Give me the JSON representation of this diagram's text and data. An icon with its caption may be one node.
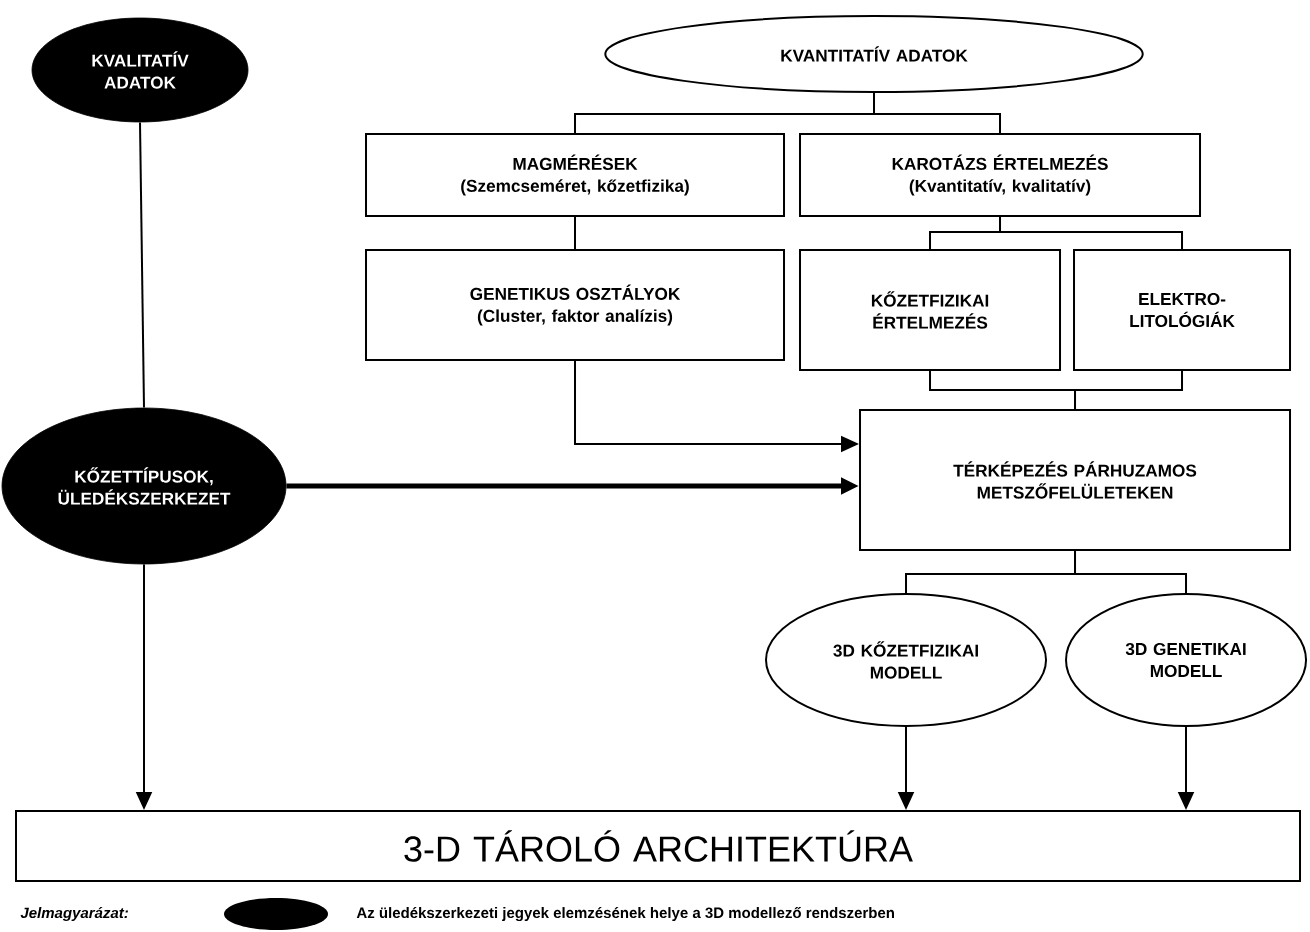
{
  "diagram": {
    "nodes": [
      {
        "text": [
          "KVALITATÍV ADATOK"
        ]
      },
      {
        "text": [
          "KVANTITATÍV ADATOK"
        ]
      },
      {
        "text": [
          "MAGMÉRÉSEK",
          "(Szemcseméret, kőzetfizika)"
        ]
      },
      {
        "text": [
          "KAROTÁZS ÉRTELMEZÉS",
          "(Kvantitatív, kvalitatív)"
        ]
      },
      {
        "text": [
          "GENETIKUS OSZTÁLYOK",
          "(Cluster, faktor analízis)"
        ]
      },
      {
        "text": [
          "KŐZETFIZIKAI ÉRTELMEZÉS"
        ]
      },
      {
        "text": [
          "ELEKTRO-LITOLÓGIÁK"
        ]
      },
      {
        "text": [
          "KŐZETTÍPUSOK, ÜLEDÉKSZERKEZET"
        ]
      },
      {
        "text": [
          "TÉRKÉPEZÉS PÁRHUZAMOS METSZŐFELÜLETEKEN"
        ]
      },
      {
        "text": [
          "3D KŐZETFIZIKAI MODELL"
        ]
      },
      {
        "text": [
          "3D GENETIKAI MODELL"
        ]
      },
      {
        "text": [
          "3-D TÁROLÓ ARCHITEKTÚRA"
        ]
      }
    ],
    "edges": [
      {
        "from": 0,
        "to": 7,
        "arrow": "none"
      },
      {
        "from": 1,
        "to": 2,
        "arrow": "none"
      },
      {
        "from": 1,
        "to": 3,
        "arrow": "none"
      },
      {
        "from": 2,
        "to": 4,
        "arrow": "none"
      },
      {
        "from": 3,
        "to": 5,
        "arrow": "none"
      },
      {
        "from": 3,
        "to": 6,
        "arrow": "none"
      },
      {
        "from": 4,
        "to": 8,
        "arrow": "to"
      },
      {
        "from": 7,
        "to": 8,
        "arrow": "to",
        "style": "thick"
      },
      {
        "from": 5,
        "to": 8,
        "arrow": "none"
      },
      {
        "from": 6,
        "to": 8,
        "arrow": "none"
      },
      {
        "from": 8,
        "to": 9,
        "arrow": "none"
      },
      {
        "from": 8,
        "to": 10,
        "arrow": "none"
      },
      {
        "from": 7,
        "to": 11,
        "arrow": "to"
      },
      {
        "from": 9,
        "to": 11,
        "arrow": "to"
      },
      {
        "from": 10,
        "to": 11,
        "arrow": "to"
      }
    ],
    "labels": [
      "Jelmagyarázat:"
    ],
    "legend": [
      {
        "text": "Az üledékszerkezeti jegyek elemzésének helye a 3D modellező rendszerben",
        "color": "#000000"
      }
    ]
  }
}
